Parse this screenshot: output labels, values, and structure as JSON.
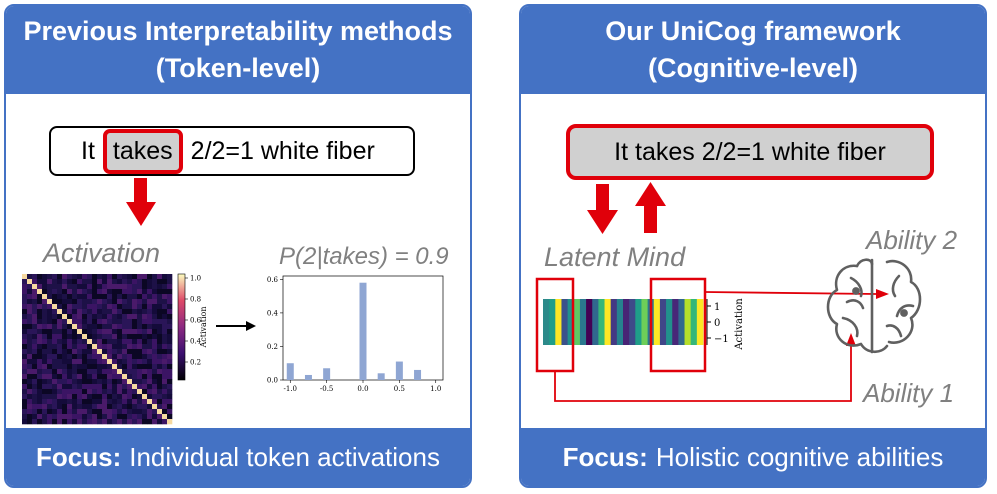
{
  "left": {
    "title_line1": "Previous Interpretability methods",
    "title_line2": "(Token-level)",
    "sentence": {
      "before": "It",
      "highlight": "takes",
      "after": "2/2=1 white fiber"
    },
    "activation_label": "Activation",
    "probability_label": "P(2|takes) = 0.9",
    "heatmap": {
      "colorbar_ticks": [
        "1.0",
        "0.8",
        "0.6",
        "0.4",
        "0.2"
      ],
      "colorbar_label": "Activation"
    },
    "bar_chart": {
      "x": [
        -1.0,
        -0.75,
        -0.5,
        0.0,
        0.25,
        0.5,
        0.75,
        1.0
      ],
      "values": [
        0.1,
        0.03,
        0.07,
        0.58,
        0.04,
        0.11,
        0.06,
        0.0
      ],
      "y_ticks": [
        "0.6",
        "0.4",
        "0.2",
        "0.0"
      ],
      "x_ticks": [
        "-1.0",
        "-0.5",
        "0.0",
        "0.5",
        "1.0"
      ],
      "ylim": [
        0,
        0.62
      ],
      "xlim": [
        -1.1,
        1.1
      ],
      "bar_color": "#8fa6d3"
    },
    "focus_label": "Focus:",
    "focus_text": "Individual token activations"
  },
  "right": {
    "title_line1": "Our UniCog framework",
    "title_line2": "(Cognitive-level)",
    "sentence": "It takes 2/2=1 white fiber",
    "latent_label": "Latent Mind",
    "ability2_label": "Ability 2",
    "ability1_label": "Ability 1",
    "colorbar_ticks": [
      "1",
      "0",
      "−1"
    ],
    "colorbar_label": "Activation",
    "focus_label": "Focus:",
    "focus_text": "Holistic cognitive abilities"
  },
  "colors": {
    "header": "#4472c4",
    "highlight": "#e0000a",
    "text_grey": "#808080"
  },
  "icons": {
    "brain": "brain-icon",
    "arrow": "arrow-icon"
  }
}
